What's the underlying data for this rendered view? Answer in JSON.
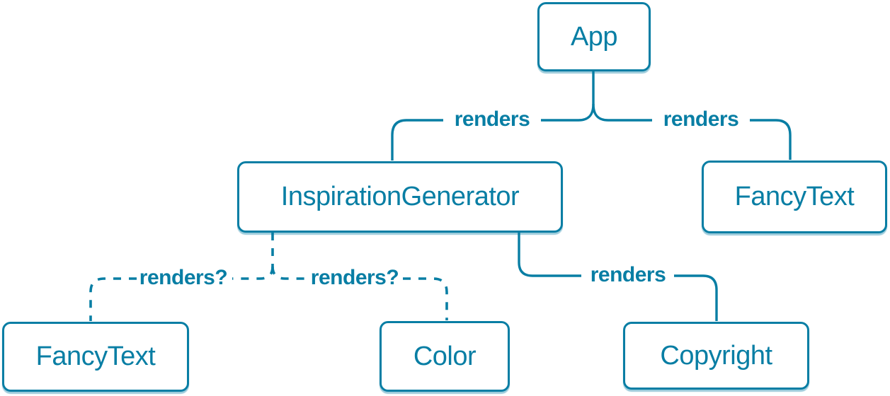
{
  "diagram": {
    "type": "component-render-tree",
    "accent_color": "#087ea4",
    "node_background": "#ffffff",
    "nodes": [
      {
        "id": "app",
        "label": "App"
      },
      {
        "id": "inspiration-generator",
        "label": "InspirationGenerator"
      },
      {
        "id": "fancy-text-top",
        "label": "FancyText"
      },
      {
        "id": "fancy-text-bottom",
        "label": "FancyText"
      },
      {
        "id": "color",
        "label": "Color"
      },
      {
        "id": "copyright",
        "label": "Copyright"
      }
    ],
    "edges": [
      {
        "from": "App",
        "to": "InspirationGenerator",
        "label": "renders",
        "style": "solid"
      },
      {
        "from": "App",
        "to": "FancyText",
        "label": "renders",
        "style": "solid"
      },
      {
        "from": "InspirationGenerator",
        "to": "FancyText",
        "label": "renders?",
        "style": "dashed"
      },
      {
        "from": "InspirationGenerator",
        "to": "Color",
        "label": "renders?",
        "style": "dashed"
      },
      {
        "from": "InspirationGenerator",
        "to": "Copyright",
        "label": "renders",
        "style": "solid"
      }
    ]
  }
}
